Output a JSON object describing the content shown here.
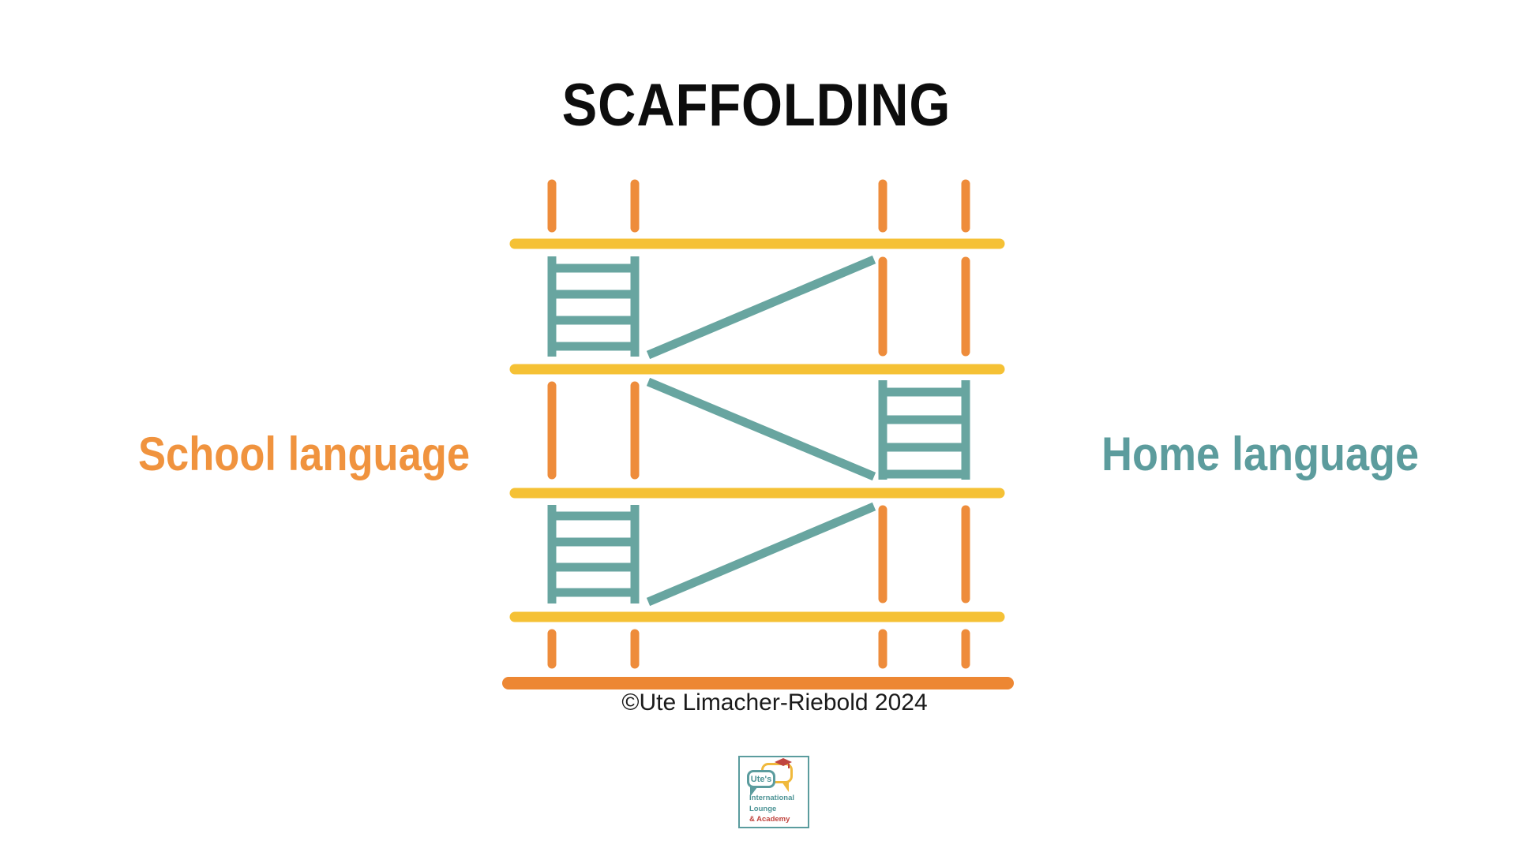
{
  "title": "SCAFFOLDING",
  "labels": {
    "left": {
      "text": "School language",
      "color": "#F0933E"
    },
    "right": {
      "text": "Home language",
      "color": "#5C9C9D"
    }
  },
  "copyright": "©Ute Limacher-Riebold 2024",
  "logo": {
    "bubble_text": "Ute's",
    "lines": [
      {
        "text": "International",
        "color": "#4E9496"
      },
      {
        "text": "Lounge",
        "color": "#4E9496"
      },
      {
        "text": "& Academy",
        "color": "#C0453F"
      }
    ]
  },
  "diagram": {
    "type": "scaffold-illustration",
    "posts": 4,
    "platform_levels": 4,
    "base_bar": 1,
    "ladders": [
      {
        "section": 1,
        "side": "left",
        "rungs": 4
      },
      {
        "section": 2,
        "side": "right",
        "rungs": 4
      },
      {
        "section": 3,
        "side": "left",
        "rungs": 4
      }
    ],
    "braces": [
      {
        "section": 1,
        "bay": "middle",
        "direction": "rising-left-to-right"
      },
      {
        "section": 2,
        "bay": "middle",
        "direction": "falling-left-to-right"
      },
      {
        "section": 3,
        "bay": "middle",
        "direction": "rising-left-to-right"
      }
    ]
  },
  "colors": {
    "orange": "#EE8C3B",
    "yellow": "#F5C135",
    "teal": "#68A5A0",
    "baseOrange": "#ED8733",
    "labelOrange": "#F0933E",
    "labelTeal": "#5C9C9D",
    "titleColor": "#0D0D0D",
    "copyrightColor": "#1A1A1A",
    "logoBorder": "#5B9C9E",
    "logoTeal": "#4E9496",
    "logoRed": "#C0453F",
    "logoYellow": "#F0B93C"
  }
}
